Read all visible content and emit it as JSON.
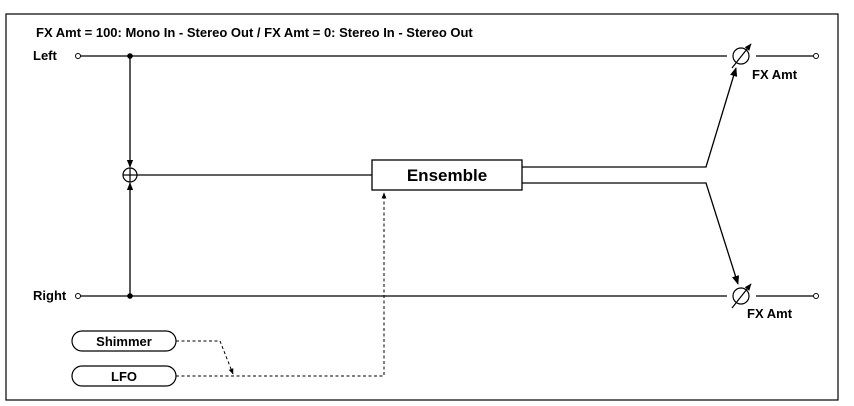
{
  "header": {
    "title": "FX Amt = 100: Mono In - Stereo Out  /  FX Amt = 0: Stereo In - Stereo Out"
  },
  "inputs": {
    "left_label": "Left",
    "right_label": "Right"
  },
  "blocks": {
    "ensemble_label": "Ensemble"
  },
  "controls": {
    "shimmer_label": "Shimmer",
    "lfo_label": "LFO"
  },
  "outputs": {
    "top_amt_label": "FX Amt",
    "bottom_amt_label": "FX Amt"
  }
}
